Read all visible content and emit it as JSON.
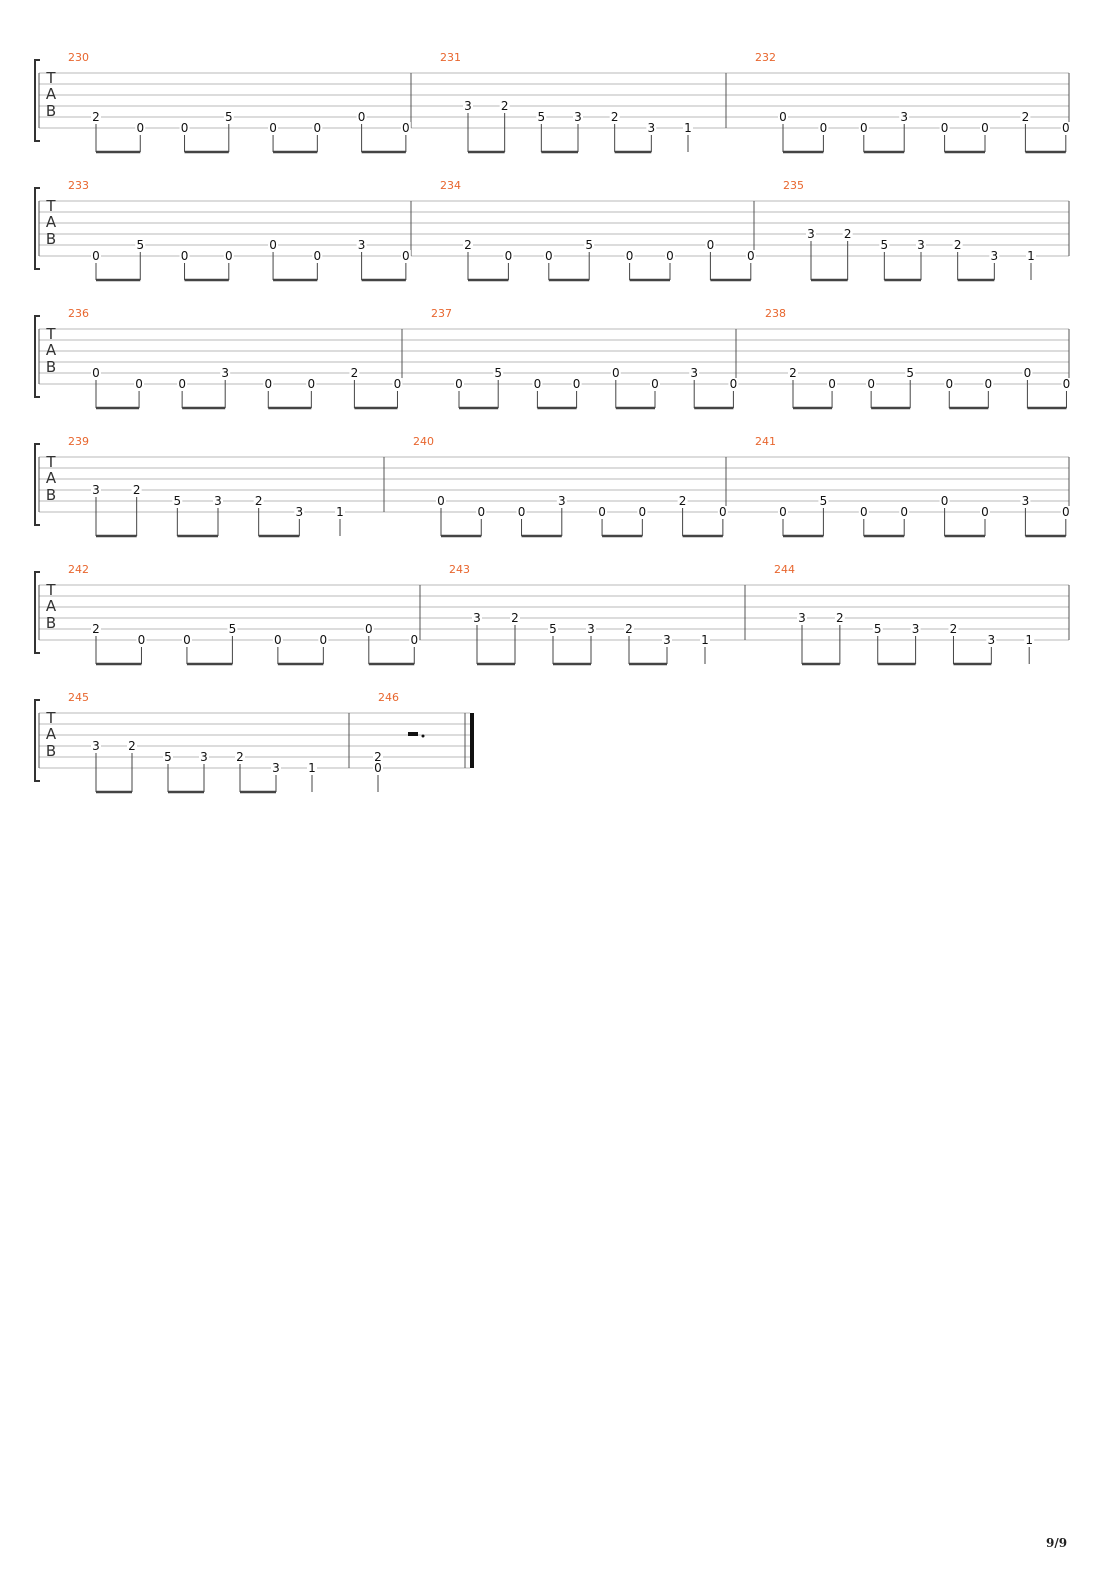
{
  "page": {
    "number": "9/9"
  },
  "tab": {
    "clef": [
      "T",
      "A",
      "B"
    ],
    "systems": [
      {
        "measures": [
          {
            "number": "230",
            "notes": [
              [
                "2",
                4
              ],
              [
                "0",
                5
              ],
              [
                "0",
                5
              ],
              [
                "5",
                4
              ],
              [
                "0",
                5
              ],
              [
                "0",
                5
              ],
              [
                "0",
                4
              ],
              [
                "0",
                5
              ]
            ]
          },
          {
            "number": "231",
            "notes": [
              [
                "3",
                3
              ],
              [
                "2",
                3
              ],
              [
                "5",
                4
              ],
              [
                "3",
                4
              ],
              [
                "2",
                4
              ],
              [
                "3",
                5
              ],
              [
                "1",
                5
              ]
            ]
          },
          {
            "number": "232",
            "notes": [
              [
                "0",
                4
              ],
              [
                "0",
                5
              ],
              [
                "0",
                5
              ],
              [
                "3",
                4
              ],
              [
                "0",
                5
              ],
              [
                "0",
                5
              ],
              [
                "2",
                4
              ],
              [
                "0",
                5
              ]
            ]
          }
        ]
      },
      {
        "measures": [
          {
            "number": "233",
            "notes": [
              [
                "0",
                5
              ],
              [
                "5",
                4
              ],
              [
                "0",
                5
              ],
              [
                "0",
                5
              ],
              [
                "0",
                4
              ],
              [
                "0",
                5
              ],
              [
                "3",
                4
              ],
              [
                "0",
                5
              ]
            ]
          },
          {
            "number": "234",
            "notes": [
              [
                "2",
                4
              ],
              [
                "0",
                5
              ],
              [
                "0",
                5
              ],
              [
                "5",
                4
              ],
              [
                "0",
                5
              ],
              [
                "0",
                5
              ],
              [
                "0",
                4
              ],
              [
                "0",
                5
              ]
            ]
          },
          {
            "number": "235",
            "notes": [
              [
                "3",
                3
              ],
              [
                "2",
                3
              ],
              [
                "5",
                4
              ],
              [
                "3",
                4
              ],
              [
                "2",
                4
              ],
              [
                "3",
                5
              ],
              [
                "1",
                5
              ]
            ]
          }
        ]
      },
      {
        "measures": [
          {
            "number": "236",
            "notes": [
              [
                "0",
                4
              ],
              [
                "0",
                5
              ],
              [
                "0",
                5
              ],
              [
                "3",
                4
              ],
              [
                "0",
                5
              ],
              [
                "0",
                5
              ],
              [
                "2",
                4
              ],
              [
                "0",
                5
              ]
            ]
          },
          {
            "number": "237",
            "notes": [
              [
                "0",
                5
              ],
              [
                "5",
                4
              ],
              [
                "0",
                5
              ],
              [
                "0",
                5
              ],
              [
                "0",
                4
              ],
              [
                "0",
                5
              ],
              [
                "3",
                4
              ],
              [
                "0",
                5
              ]
            ]
          },
          {
            "number": "238",
            "notes": [
              [
                "2",
                4
              ],
              [
                "0",
                5
              ],
              [
                "0",
                5
              ],
              [
                "5",
                4
              ],
              [
                "0",
                5
              ],
              [
                "0",
                5
              ],
              [
                "0",
                4
              ],
              [
                "0",
                5
              ]
            ]
          }
        ]
      },
      {
        "measures": [
          {
            "number": "239",
            "notes": [
              [
                "3",
                3
              ],
              [
                "2",
                3
              ],
              [
                "5",
                4
              ],
              [
                "3",
                4
              ],
              [
                "2",
                4
              ],
              [
                "3",
                5
              ],
              [
                "1",
                5
              ]
            ]
          },
          {
            "number": "240",
            "notes": [
              [
                "0",
                4
              ],
              [
                "0",
                5
              ],
              [
                "0",
                5
              ],
              [
                "3",
                4
              ],
              [
                "0",
                5
              ],
              [
                "0",
                5
              ],
              [
                "2",
                4
              ],
              [
                "0",
                5
              ]
            ]
          },
          {
            "number": "241",
            "notes": [
              [
                "0",
                5
              ],
              [
                "5",
                4
              ],
              [
                "0",
                5
              ],
              [
                "0",
                5
              ],
              [
                "0",
                4
              ],
              [
                "0",
                5
              ],
              [
                "3",
                4
              ],
              [
                "0",
                5
              ]
            ]
          }
        ]
      },
      {
        "measures": [
          {
            "number": "242",
            "notes": [
              [
                "2",
                4
              ],
              [
                "0",
                5
              ],
              [
                "0",
                5
              ],
              [
                "5",
                4
              ],
              [
                "0",
                5
              ],
              [
                "0",
                5
              ],
              [
                "0",
                4
              ],
              [
                "0",
                5
              ]
            ]
          },
          {
            "number": "243",
            "notes": [
              [
                "3",
                3
              ],
              [
                "2",
                3
              ],
              [
                "5",
                4
              ],
              [
                "3",
                4
              ],
              [
                "2",
                4
              ],
              [
                "3",
                5
              ],
              [
                "1",
                5
              ]
            ]
          },
          {
            "number": "244",
            "notes": [
              [
                "3",
                3
              ],
              [
                "2",
                3
              ],
              [
                "5",
                4
              ],
              [
                "3",
                4
              ],
              [
                "2",
                4
              ],
              [
                "3",
                5
              ],
              [
                "1",
                5
              ]
            ]
          }
        ]
      },
      {
        "measures": [
          {
            "number": "245",
            "notes": [
              [
                "3",
                3
              ],
              [
                "2",
                3
              ],
              [
                "5",
                4
              ],
              [
                "3",
                4
              ],
              [
                "2",
                4
              ],
              [
                "3",
                5
              ],
              [
                "1",
                5
              ]
            ]
          },
          {
            "number": "246",
            "chord": [
              [
                "2",
                4
              ],
              [
                "0",
                5
              ]
            ],
            "rest": "dotted-half"
          }
        ]
      }
    ]
  }
}
